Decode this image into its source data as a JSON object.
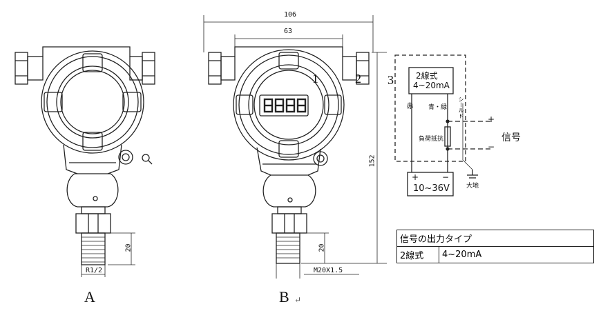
{
  "views": {
    "a_label": "A",
    "b_label": "B",
    "b_return_mark": "↵"
  },
  "dimensions": {
    "overall_width": "106",
    "cap_width": "63",
    "height": "152",
    "thread_len_a": "20",
    "thread_len_b": "20",
    "thread_a": "R1/2",
    "thread_b": "M20X1.5"
  },
  "callouts": {
    "one": "1",
    "two": "2",
    "three": "3"
  },
  "wiring": {
    "module_line1": "2線式",
    "module_line2": "4~20mA",
    "red_wire": "赤",
    "blue_green_wire": "青・緑",
    "shield": "シールド",
    "load": "負荷抵抗",
    "plus": "+",
    "minus": "−",
    "signal": "信号",
    "supply": "10~36V",
    "ground": "大地"
  },
  "output_table": {
    "title": "信号の出力タイプ",
    "type": "2線式",
    "range": "4~20mA"
  }
}
